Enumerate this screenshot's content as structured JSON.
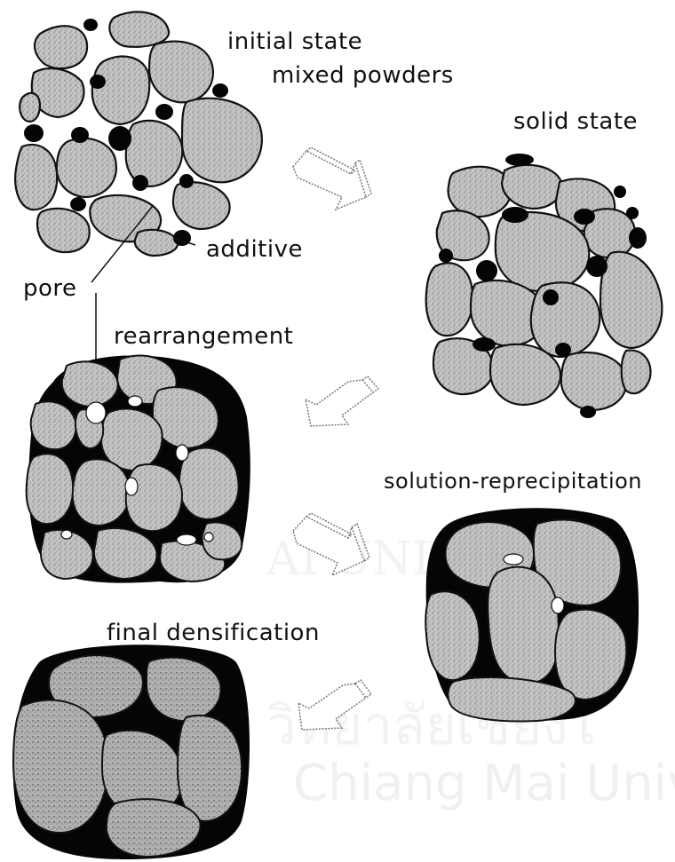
{
  "stages": {
    "initial": {
      "line1": "initial state",
      "line2": "mixed powders"
    },
    "solid": "solid state",
    "rearrangement": "rearrangement",
    "solution": "solution-reprecipitation",
    "final": "final densification"
  },
  "callouts": {
    "additive": "additive",
    "pore": "pore"
  },
  "watermark": {
    "line": "Chiang Mai Univ",
    "thai": "วิทยาลัยเชียงใ",
    "arc": "AI UNIV"
  },
  "colors": {
    "grain_fill": "#bcbcbc",
    "liquid": "#050505",
    "outline": "#111111",
    "arrow": "#888888"
  }
}
